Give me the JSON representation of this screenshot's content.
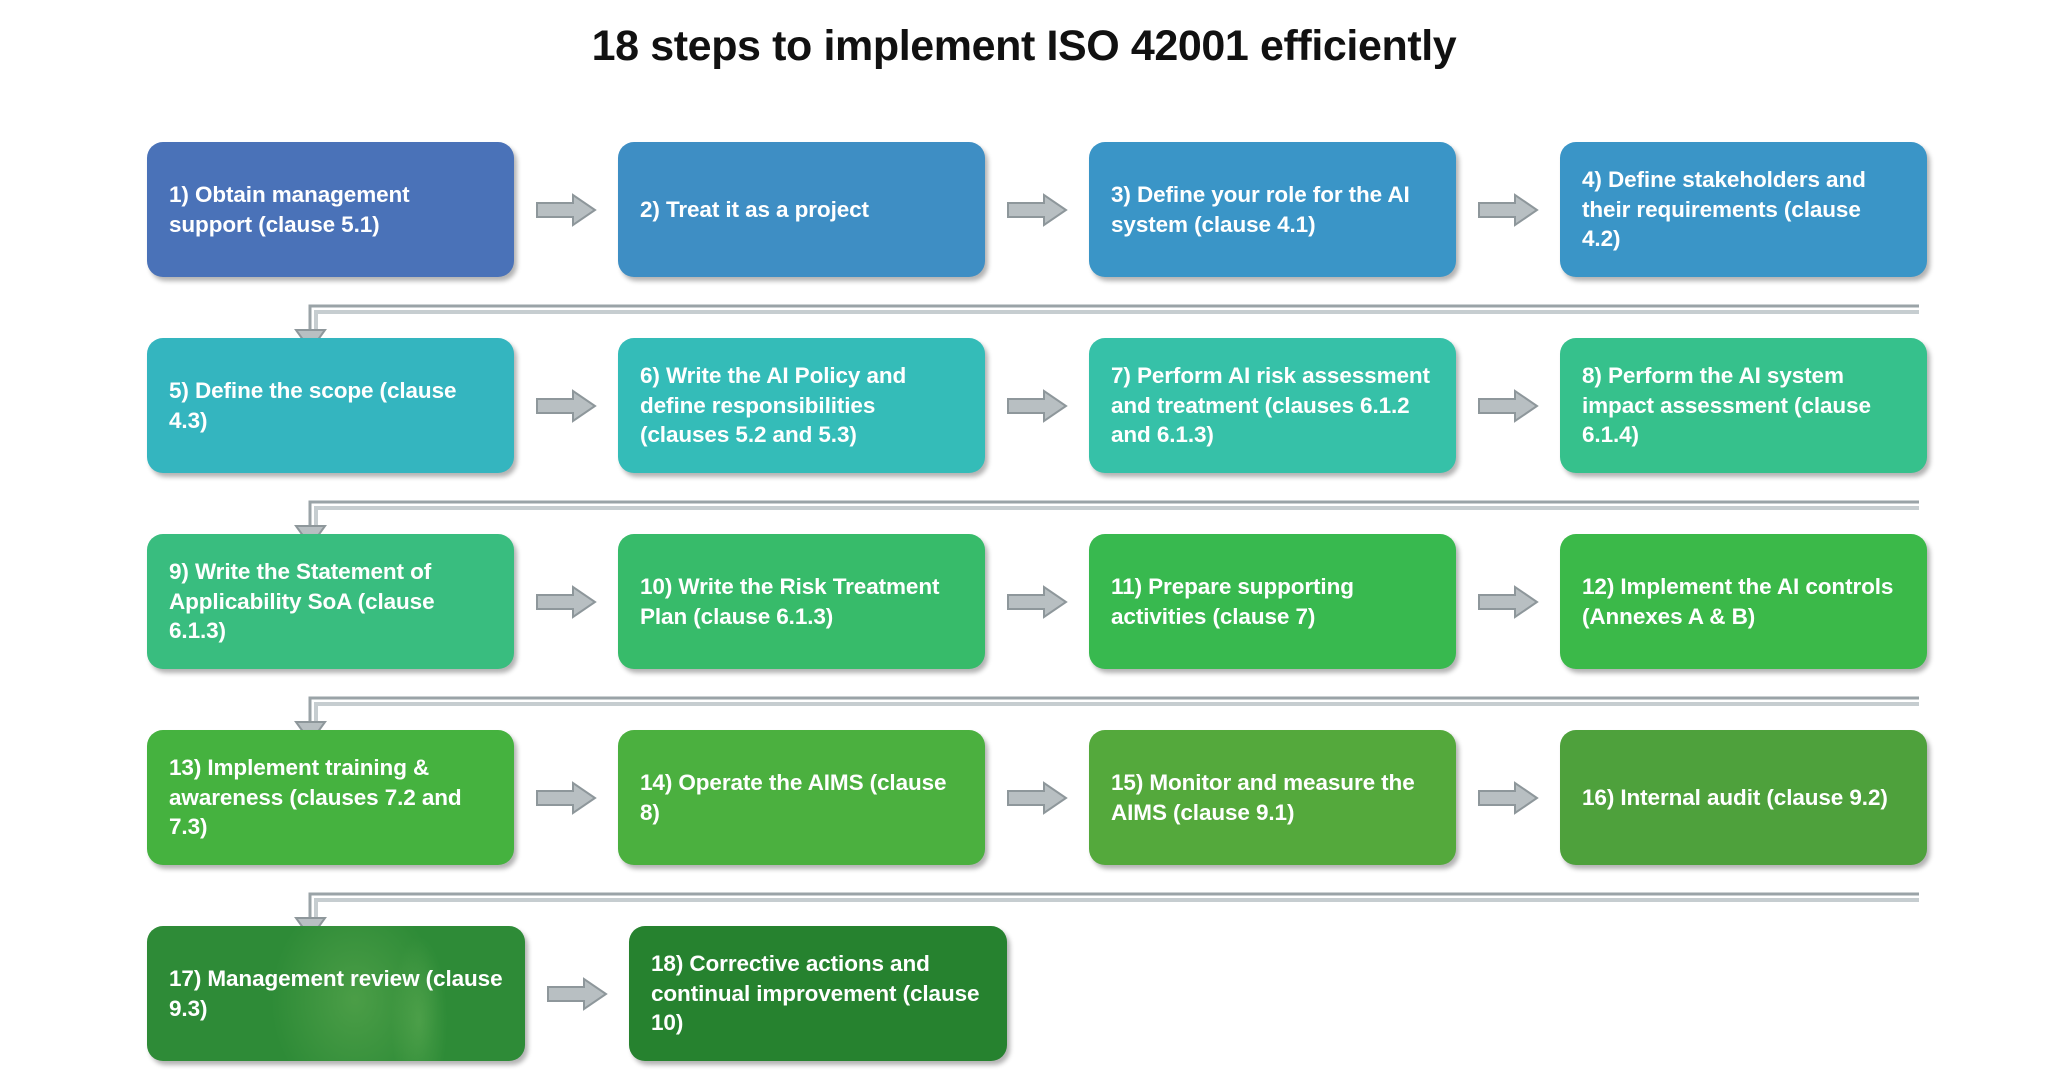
{
  "title": "18 steps to implement ISO 42001 efficiently",
  "colors": {
    "row1": "#4a72b8",
    "row2": "#34b5bf",
    "row3": "#39bd7f",
    "row4": "#45b23f",
    "row5": "#2e8b37",
    "arrow": "#b8bfc2",
    "arrow_stroke": "#8e979b",
    "text": "#ffffff",
    "title": "#111111"
  },
  "diagram": {
    "type": "flowchart",
    "flow_direction": "left-to-right, wrapping down each row",
    "step_count": 18,
    "rows": [
      {
        "steps": [
          {
            "id": 1,
            "label": "1) Obtain management support (clause 5.1)",
            "color": "#4a72b8"
          },
          {
            "id": 2,
            "label": "2) Treat it as a project",
            "color": "#3e8ec4"
          },
          {
            "id": 3,
            "label": "3) Define your role for the AI system (clause 4.1)",
            "color": "#3a95c7"
          },
          {
            "id": 4,
            "label": "4) Define stakeholders and their requirements (clause 4.2)",
            "color": "#3a95c7"
          }
        ]
      },
      {
        "steps": [
          {
            "id": 5,
            "label": "5) Define the scope (clause 4.3)",
            "color": "#34b5bf"
          },
          {
            "id": 6,
            "label": "6) Write the AI Policy and define responsibilities (clauses 5.2 and 5.3)",
            "color": "#34bcb8"
          },
          {
            "id": 7,
            "label": "7) Perform AI risk assessment and treatment (clauses 6.1.2 and 6.1.3)",
            "color": "#36c1a8"
          },
          {
            "id": 8,
            "label": "8) Perform the AI system impact assessment (clause 6.1.4)",
            "color": "#36c18c"
          }
        ]
      },
      {
        "steps": [
          {
            "id": 9,
            "label": "9) Write the Statement of Applicability SoA (clause 6.1.3)",
            "color": "#39bd7f"
          },
          {
            "id": 10,
            "label": "10) Write the Risk Treatment Plan (clause 6.1.3)",
            "color": "#37bb6a"
          },
          {
            "id": 11,
            "label": "11) Prepare supporting activities (clause 7)",
            "color": "#38b94f"
          },
          {
            "id": 12,
            "label": "12) Implement the AI controls (Annexes A & B)",
            "color": "#3bb949"
          }
        ]
      },
      {
        "steps": [
          {
            "id": 13,
            "label": "13) Implement training & awareness (clauses 7.2 and 7.3)",
            "color": "#45b23f"
          },
          {
            "id": 14,
            "label": "14) Operate the AIMS (clause 8)",
            "color": "#4bb03f"
          },
          {
            "id": 15,
            "label": "15) Monitor and measure the AIMS (clause 9.1)",
            "color": "#54a93c"
          },
          {
            "id": 16,
            "label": "16) Internal audit (clause 9.2)",
            "color": "#4ea13c"
          }
        ]
      },
      {
        "steps": [
          {
            "id": 17,
            "label": "17) Management review (clause 9.3)",
            "color": "#2e8b37"
          },
          {
            "id": 18,
            "label": "18) Corrective actions and continual improvement (clause 10)",
            "color": "#26822f"
          }
        ]
      }
    ]
  }
}
